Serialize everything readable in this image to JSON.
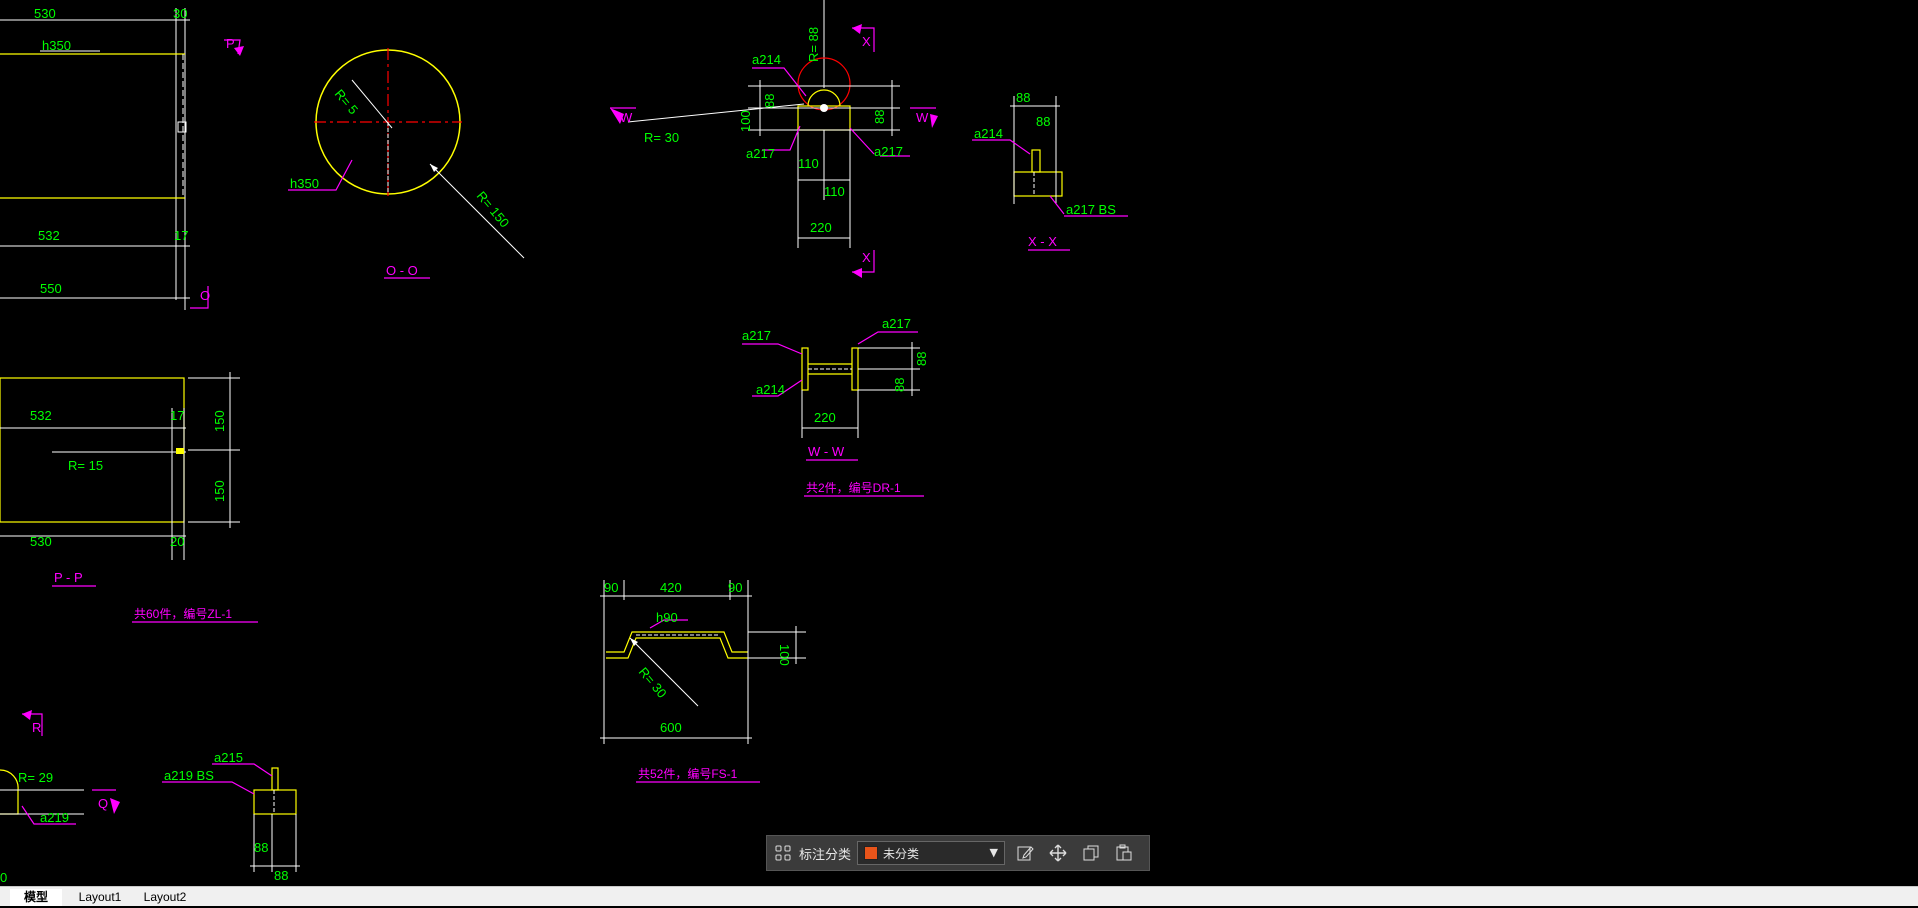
{
  "colors": {
    "background": "#000000",
    "dimension_text": "#00ff00",
    "section_label": "#ff00ff",
    "outline": "#ffff00",
    "centerline": "#ff0000",
    "category_swatch": "#e8541a"
  },
  "drawing": {
    "top_left_view": {
      "dim_530": "530",
      "dim_30": "30",
      "label_h350": "h350",
      "dim_532": "532",
      "dim_17": "17",
      "dim_550": "550"
    },
    "o_section": {
      "radius_small": "R= 5",
      "label_h350": "h350",
      "radius_large": "R= 150",
      "title": "O - O",
      "arrow_p": "P",
      "arrow_o": "O"
    },
    "p_section": {
      "dim_532": "532",
      "dim_17": "17",
      "radius": "R= 15",
      "dim_530": "530",
      "dim_20": "20",
      "dim_150_top": "150",
      "dim_150_bottom": "150",
      "title": "P - P",
      "note": "共60件，编号ZL-1"
    },
    "bracket_view": {
      "label_a214": "a214",
      "radius_88": "R= 88",
      "label_x": "X",
      "label_w_left": "W",
      "label_w_right": "W",
      "radius_30": "R= 30",
      "dim_88_left": "88",
      "dim_88_right": "88",
      "dim_100": "100",
      "label_a217_left": "a217",
      "label_a217_right": "a217",
      "dim_110_a": "110",
      "dim_110_b": "110",
      "dim_220": "220",
      "label_x_bottom": "X"
    },
    "x_section": {
      "dim_88_top": "88",
      "dim_88_mid": "88",
      "label_a214": "a214",
      "label_a217_bs": "a217   BS",
      "title": "X - X"
    },
    "w_section": {
      "label_a217_left": "a217",
      "label_a217_right": "a217",
      "dim_88_top": "88",
      "dim_88_bottom": "88",
      "label_a214": "a214",
      "dim_220": "220",
      "title": "W - W",
      "note": "共2件，编号DR-1"
    },
    "fs_part": {
      "dim_90_left": "90",
      "dim_420": "420",
      "dim_90_right": "90",
      "label_h90": "h90",
      "dim_100": "100",
      "radius": "R= 30",
      "dim_600": "600",
      "note": "共52件，编号FS-1"
    },
    "bottom_left": {
      "arrow_r": "R",
      "radius": "R= 29",
      "label_a219": "a219",
      "arrow_q": "Q",
      "label_a215": "a215",
      "label_a219_bs": "a219   BS",
      "dim_88_side": "88",
      "dim_88_bottom": "88",
      "dim_0": "0"
    }
  },
  "toolbar": {
    "grid_icon": "grid-icon",
    "category_label": "标注分类",
    "category_value": "未分类",
    "tools": [
      "edit-icon",
      "move-icon",
      "copy-icon",
      "paste-icon"
    ]
  },
  "tabs": [
    "模型",
    "Layout1",
    "Layout2"
  ]
}
